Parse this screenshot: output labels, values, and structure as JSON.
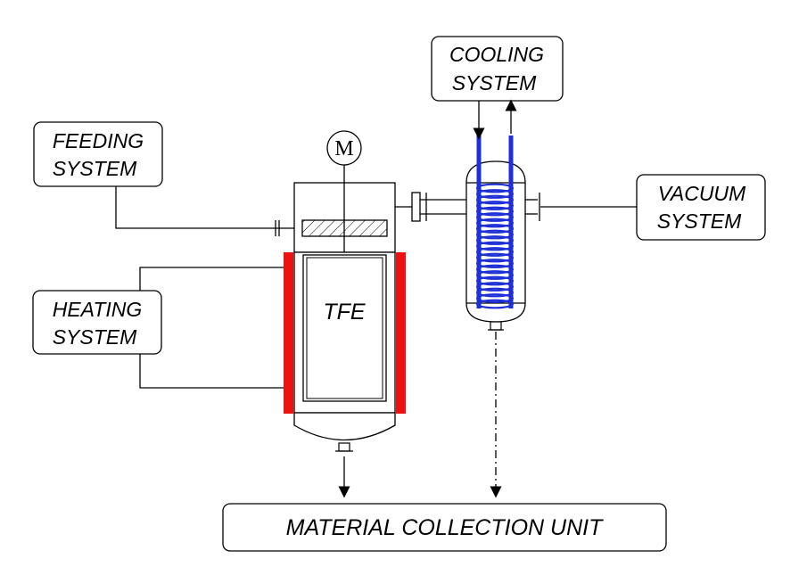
{
  "labels": {
    "cooling": [
      "COOLING",
      "SYSTEM"
    ],
    "feeding": [
      "FEEDING",
      "SYSTEM"
    ],
    "vacuum": [
      "VACUUM",
      "SYSTEM"
    ],
    "heating": [
      "HEATING",
      "SYSTEM"
    ],
    "collection": "MATERIAL COLLECTION UNIT",
    "evaporator": "TFE",
    "motor": "M"
  },
  "colors": {
    "heater": "#ee1111",
    "coolant_coil": "#1e2fd6",
    "line": "#000000"
  },
  "icons": {
    "motor": "motor-circle-icon",
    "heater": "heater-bar-icon",
    "coil": "cooling-coil-icon"
  }
}
